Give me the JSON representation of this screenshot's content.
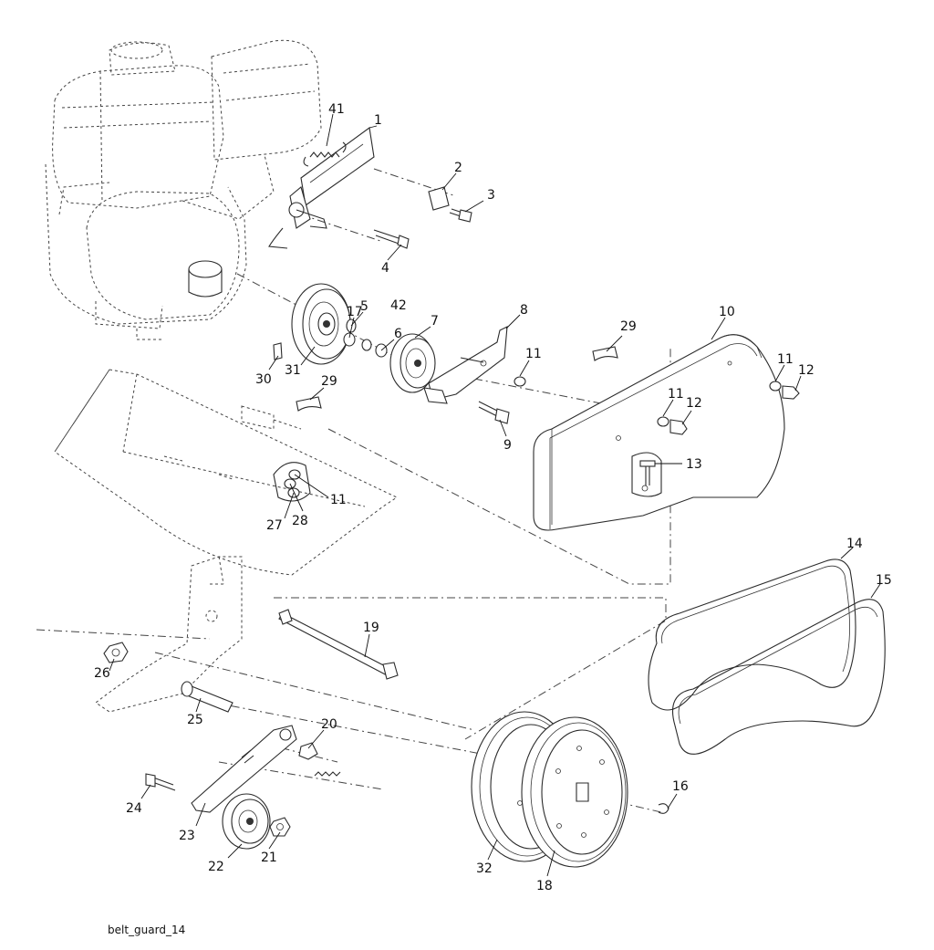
{
  "caption": "belt_guard_14",
  "callouts": [
    {
      "id": "c1",
      "label": "1"
    },
    {
      "id": "c2",
      "label": "2"
    },
    {
      "id": "c3",
      "label": "3"
    },
    {
      "id": "c4",
      "label": "4"
    },
    {
      "id": "c5",
      "label": "5"
    },
    {
      "id": "c6",
      "label": "6"
    },
    {
      "id": "c7",
      "label": "7"
    },
    {
      "id": "c8",
      "label": "8"
    },
    {
      "id": "c9",
      "label": "9"
    },
    {
      "id": "c10",
      "label": "10"
    },
    {
      "id": "c11a",
      "label": "11"
    },
    {
      "id": "c12a",
      "label": "12"
    },
    {
      "id": "c11b",
      "label": "11"
    },
    {
      "id": "c12b",
      "label": "12"
    },
    {
      "id": "c11c",
      "label": "11"
    },
    {
      "id": "c11d",
      "label": "11"
    },
    {
      "id": "c13",
      "label": "13"
    },
    {
      "id": "c14",
      "label": "14"
    },
    {
      "id": "c15",
      "label": "15"
    },
    {
      "id": "c16",
      "label": "16"
    },
    {
      "id": "c17",
      "label": "17"
    },
    {
      "id": "c18",
      "label": "18"
    },
    {
      "id": "c19",
      "label": "19"
    },
    {
      "id": "c20",
      "label": "20"
    },
    {
      "id": "c21",
      "label": "21"
    },
    {
      "id": "c22",
      "label": "22"
    },
    {
      "id": "c23",
      "label": "23"
    },
    {
      "id": "c24",
      "label": "24"
    },
    {
      "id": "c25",
      "label": "25"
    },
    {
      "id": "c26",
      "label": "26"
    },
    {
      "id": "c27",
      "label": "27"
    },
    {
      "id": "c28",
      "label": "28"
    },
    {
      "id": "c29a",
      "label": "29"
    },
    {
      "id": "c29b",
      "label": "29"
    },
    {
      "id": "c30",
      "label": "30"
    },
    {
      "id": "c31",
      "label": "31"
    },
    {
      "id": "c32",
      "label": "32"
    },
    {
      "id": "c41",
      "label": "41"
    },
    {
      "id": "c42",
      "label": "42"
    }
  ]
}
